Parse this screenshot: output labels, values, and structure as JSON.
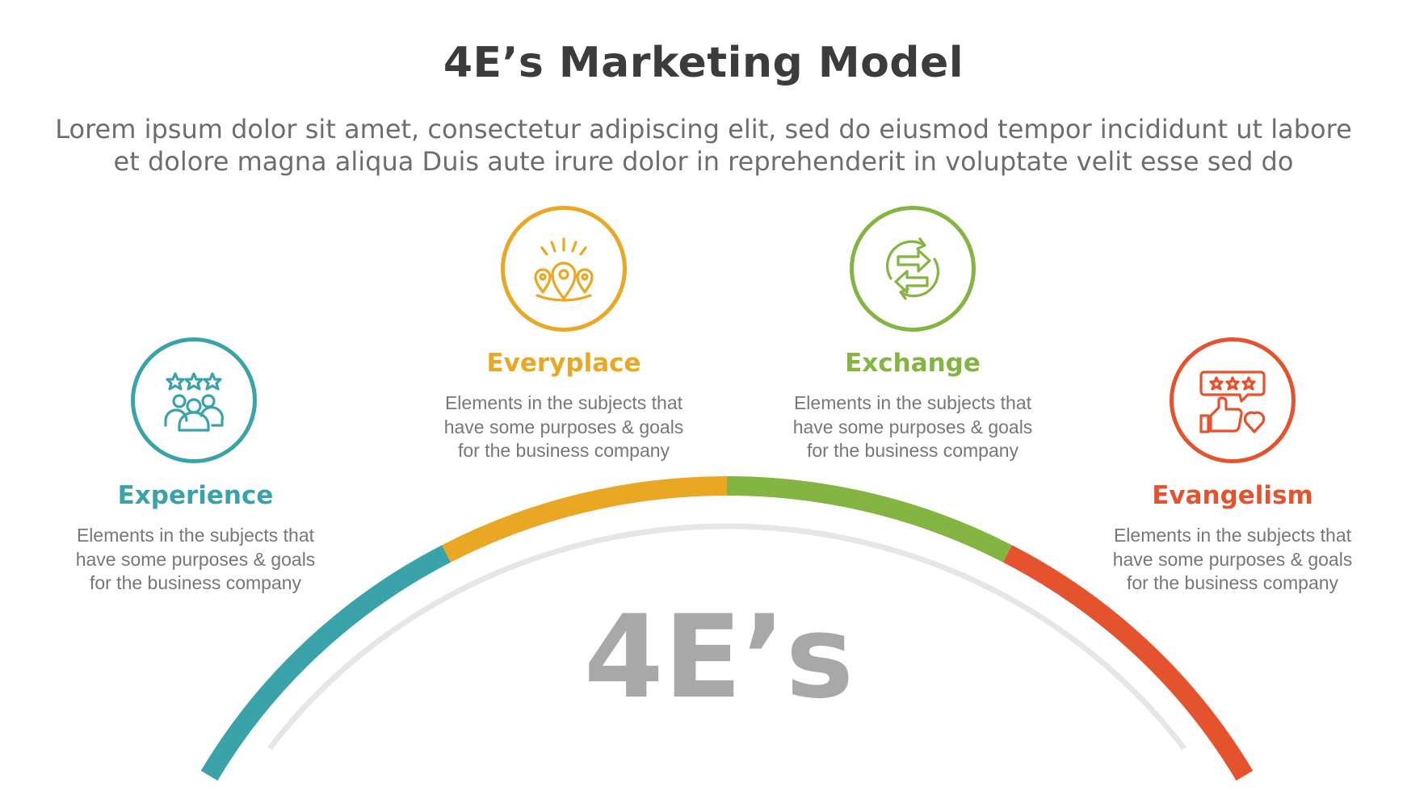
{
  "header": {
    "title": "4E’s Marketing Model",
    "subtitle_line1": "Lorem ipsum dolor sit amet, consectetur adipiscing elit, sed do eiusmod tempor incididunt ut labore",
    "subtitle_line2": "et dolore magna aliqua Duis aute irure dolor in reprehenderit in voluptate velit esse sed do"
  },
  "center": {
    "label": "4E’s"
  },
  "items": [
    {
      "title": "Experience",
      "color": "#3aa3a9",
      "icon": "people-rating-icon",
      "desc": [
        "Elements in the subjects that",
        "have  some purposes & goals",
        "for the  business company"
      ]
    },
    {
      "title": "Everyplace",
      "color": "#eaa724",
      "icon": "location-pins-icon",
      "desc": [
        "Elements in the subjects that",
        "have  some purposes & goals",
        "for the  business company"
      ]
    },
    {
      "title": "Exchange",
      "color": "#84b442",
      "icon": "exchange-arrows-icon",
      "desc": [
        "Elements in the subjects that",
        "have  some purposes & goals",
        "for the  business company"
      ]
    },
    {
      "title": "Evangelism",
      "color": "#e4532e",
      "icon": "review-thumbs-up-icon",
      "desc": [
        "Elements in the subjects that",
        "have  some purposes & goals",
        "for the  business company"
      ]
    }
  ],
  "colors": {
    "inner_ring": "#e6e6e6",
    "title_text": "#3c3c3c",
    "body_text": "#777777"
  }
}
